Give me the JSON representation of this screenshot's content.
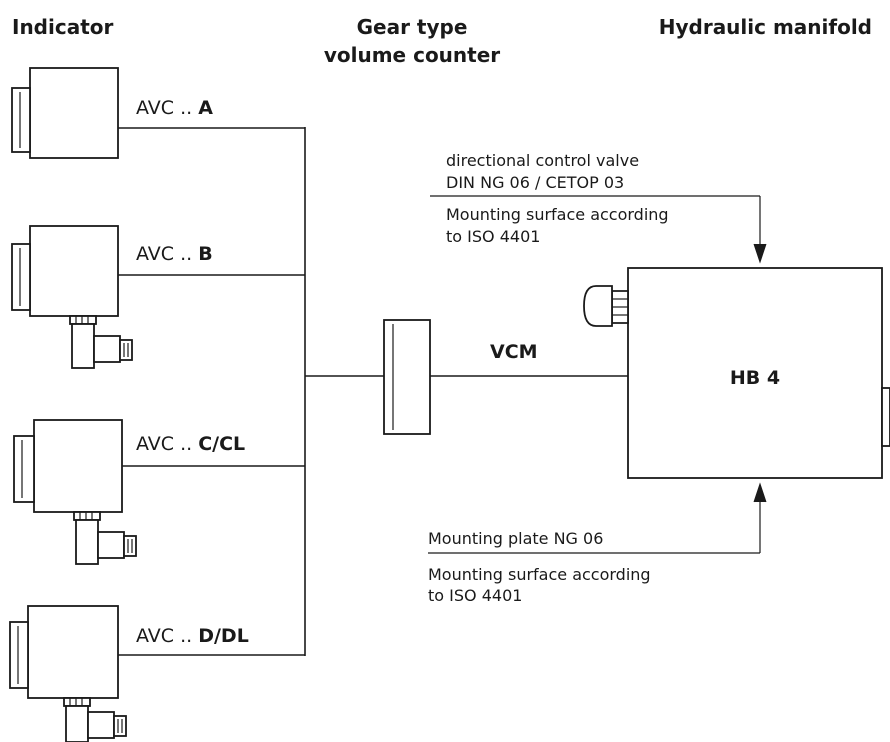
{
  "headers": {
    "indicator": "Indicator",
    "gear_line1": "Gear type",
    "gear_line2": "volume counter",
    "manifold": "Hydraulic manifold"
  },
  "indicators": [
    {
      "prefix": "AVC .. ",
      "variant": "A"
    },
    {
      "prefix": "AVC .. ",
      "variant": "B"
    },
    {
      "prefix": "AVC .. ",
      "variant": "C/CL"
    },
    {
      "prefix": "AVC .. ",
      "variant": "D/DL"
    }
  ],
  "connection_label": "VCM",
  "manifold_label": "HB 4",
  "top_note": {
    "line1": "directional control valve",
    "line2": "DIN NG 06 / CETOP 03",
    "line3": "Mounting surface according",
    "line4": "to ISO 4401"
  },
  "bottom_note": {
    "line1": "Mounting plate NG 06",
    "line2": "Mounting surface according",
    "line3": "to ISO 4401"
  }
}
